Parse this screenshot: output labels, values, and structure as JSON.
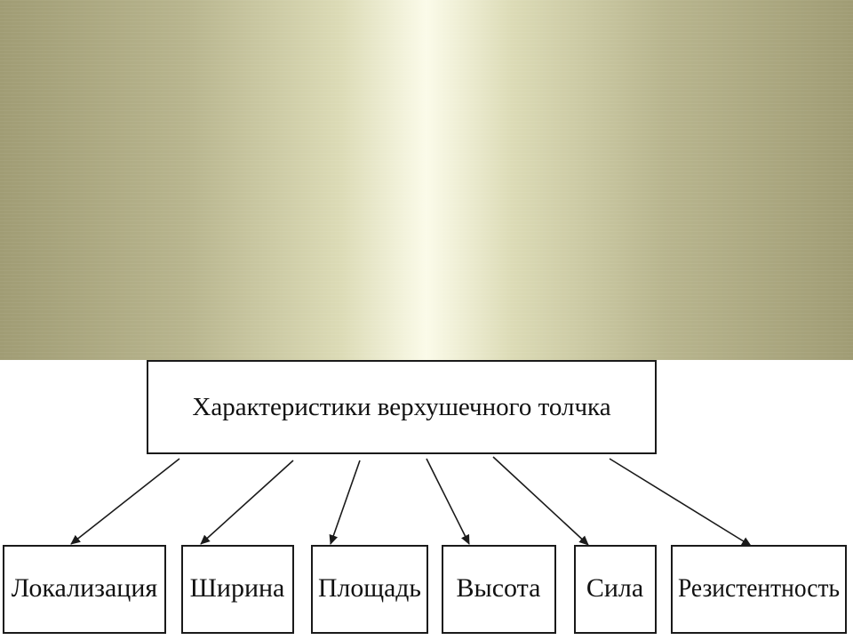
{
  "diagram": {
    "title": "Характеристики верхушечного толчка",
    "items": [
      "Локализация",
      "Ширина",
      "Площадь",
      "Высота",
      "Сила",
      "Резистентность"
    ]
  },
  "colors": {
    "banner_edge": "#a09c74",
    "banner_center": "#fbfbe9",
    "line": "#1a1a1a"
  }
}
